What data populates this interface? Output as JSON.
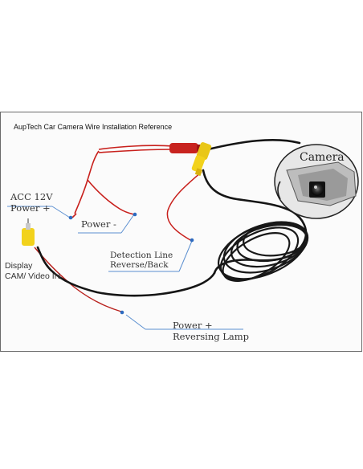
{
  "title": "AupTech Car Camera Wire Installation Reference",
  "labels": {
    "acc": "ACC 12V",
    "acc_power": "Power +",
    "power_minus": "Power -",
    "detection_line": "Detection Line",
    "reverse_back": "Reverse/Back",
    "display": "Display",
    "video_in": "CAM/ Video IN",
    "power_plus": "Power +",
    "reversing_lamp": "Reversing Lamp",
    "camera": "Camera"
  },
  "colors": {
    "red_wire": "#c8201c",
    "black_wire": "#1a1a1a",
    "yellow_connector": "#f2d21c",
    "pointer_blue": "#3a78c8",
    "underline_blue": "#5b8fd0"
  }
}
